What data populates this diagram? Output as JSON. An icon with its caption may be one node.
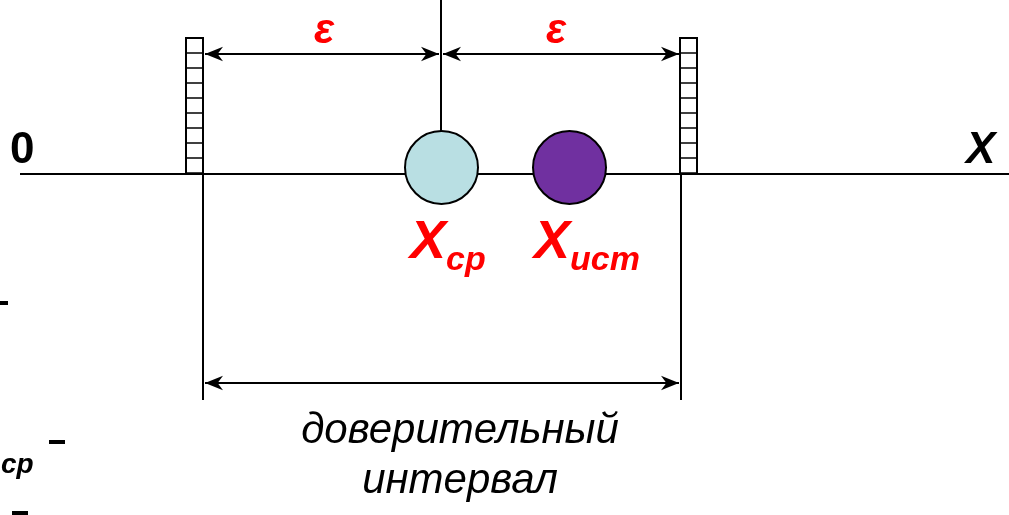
{
  "diagram": {
    "nodes": [
      {
        "text": [],
        "shape": "circle",
        "beside": [
          "X$_{ср}$"
        ]
      },
      {
        "text": [],
        "shape": "circle",
        "beside": [
          "X$_{ист}$"
        ]
      }
    ],
    "labels": [
      "ε",
      "ε",
      "0",
      "X",
      "доверительный интервал",
      "ср"
    ]
  }
}
